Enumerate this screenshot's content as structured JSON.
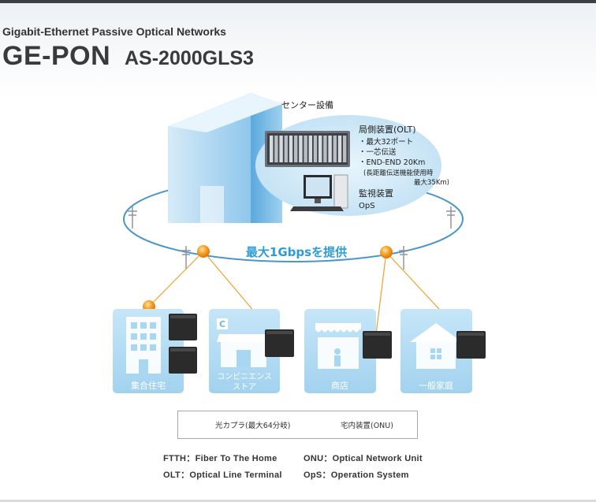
{
  "header": {
    "subtitle": "Gigabit-Ethernet Passive Optical Networks",
    "title": "GE-PON",
    "model": "AS-2000GLS3"
  },
  "center": {
    "label": "センター設備",
    "olt_title": "局側装置(OLT)",
    "olt_specs": [
      "・最大32ポート",
      "・一芯伝送",
      "・END-END 20Km"
    ],
    "olt_note_1": "(長距離伝送機能使用時",
    "olt_note_2": "最大35Km)",
    "ops_title": "監視装置",
    "ops_label": "OpS"
  },
  "speed_label": "最大1Gbpsを提供",
  "buildings": [
    {
      "label": "集合住宅"
    },
    {
      "label_line1": "コンビニエンス",
      "label_line2": "ストア"
    },
    {
      "label": "商店"
    },
    {
      "label": "一般家庭"
    }
  ],
  "store_sign": "C",
  "legend": {
    "coupler": "光カプラ(最大64分岐)",
    "onu": "宅内装置(ONU)"
  },
  "abbreviations": [
    {
      "text": "FTTH：Fiber To The Home"
    },
    {
      "text": "ONU：Optical Network Unit"
    },
    {
      "text": "OLT：Optical Line Terminal"
    },
    {
      "text": "OpS：Operation System"
    }
  ],
  "colors": {
    "fiber_ring": "#4a95c9",
    "drop_fiber": "#f0a030",
    "coupler": "#f39a1e",
    "building": "#a9d6f0",
    "speed_text": "#2e9bd6",
    "onu": "#2b2b2b"
  }
}
